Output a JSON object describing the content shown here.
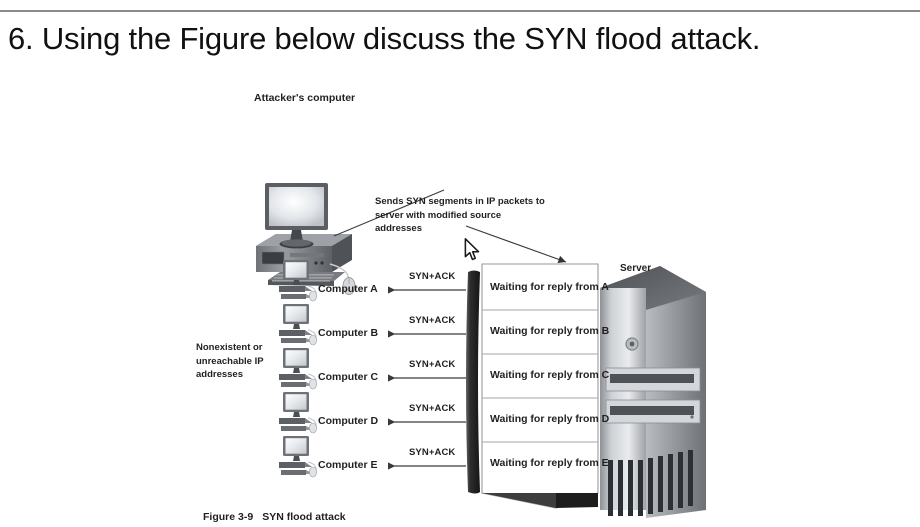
{
  "page": {
    "question": "6. Using the Figure below discuss the SYN flood attack.",
    "background_color": "#ffffff",
    "rule_color": "#8a8a8a"
  },
  "figure": {
    "attacker_label": "Attacker's computer",
    "sends_note": "Sends SYN segments in IP packets to server with modified source addresses",
    "nonexistent_note": "Nonexistent or unreachable IP addresses",
    "server_label": "Server",
    "caption_number": "Figure 3-9",
    "caption_text": "SYN flood attack",
    "cursor_icon": "mouse-pointer-icon",
    "rows": [
      {
        "computer": "Computer A",
        "arrow_label": "SYN+ACK",
        "queue_entry": "Waiting for reply from A"
      },
      {
        "computer": "Computer B",
        "arrow_label": "SYN+ACK",
        "queue_entry": "Waiting for reply from B"
      },
      {
        "computer": "Computer C",
        "arrow_label": "SYN+ACK",
        "queue_entry": "Waiting for reply from C"
      },
      {
        "computer": "Computer D",
        "arrow_label": "SYN+ACK",
        "queue_entry": "Waiting for reply from D"
      },
      {
        "computer": "Computer E",
        "arrow_label": "SYN+ACK",
        "queue_entry": "Waiting for reply from E"
      }
    ],
    "colors": {
      "ink": "#231f20",
      "device_dark": "#575a5e",
      "device_mid": "#8d9094",
      "device_light": "#c9ccd0",
      "screen": "#e9ebee",
      "box_border": "#9a9a9a",
      "queue_bar": "#3a3a3a"
    }
  }
}
